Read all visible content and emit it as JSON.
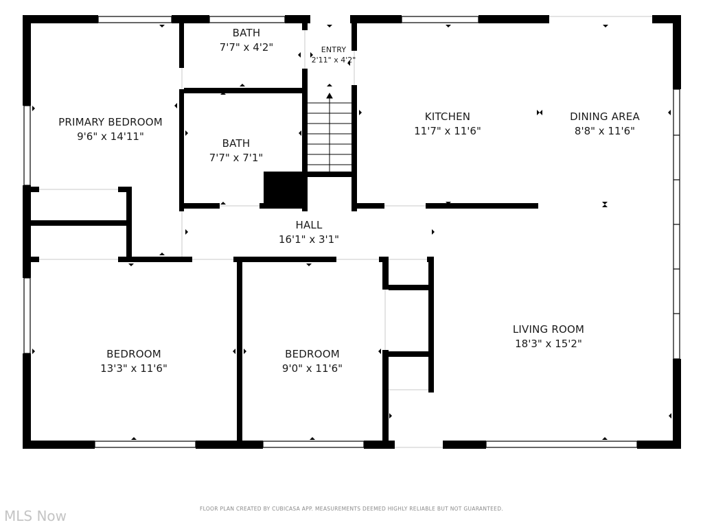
{
  "rooms": {
    "bath_top": {
      "name": "BATH",
      "dim": "7'7\" x 4'2\""
    },
    "entry": {
      "name": "ENTRY",
      "dim": "2'11\" x 4'2\""
    },
    "primary_bedroom": {
      "name": "PRIMARY BEDROOM",
      "dim": "9'6\" x 14'11\""
    },
    "bath_mid": {
      "name": "BATH",
      "dim": "7'7\" x 7'1\""
    },
    "kitchen": {
      "name": "KITCHEN",
      "dim": "11'7\" x 11'6\""
    },
    "dining_area": {
      "name": "DINING AREA",
      "dim": "8'8\" x 11'6\""
    },
    "hall": {
      "name": "HALL",
      "dim": "16'1\" x 3'1\""
    },
    "bedroom_left": {
      "name": "BEDROOM",
      "dim": "13'3\" x 11'6\""
    },
    "bedroom_mid": {
      "name": "BEDROOM",
      "dim": "9'0\" x 11'6\""
    },
    "living_room": {
      "name": "LIVING ROOM",
      "dim": "18'3\" x 15'2\""
    }
  },
  "footer": {
    "disclaimer": "FLOOR PLAN CREATED BY CUBICASA APP. MEASUREMENTS DEEMED HIGHLY RELIABLE BUT NOT GUARANTEED.",
    "watermark": "MLS Now"
  },
  "colors": {
    "wall": "#000000",
    "window": "#ffffff",
    "background": "#ffffff"
  }
}
